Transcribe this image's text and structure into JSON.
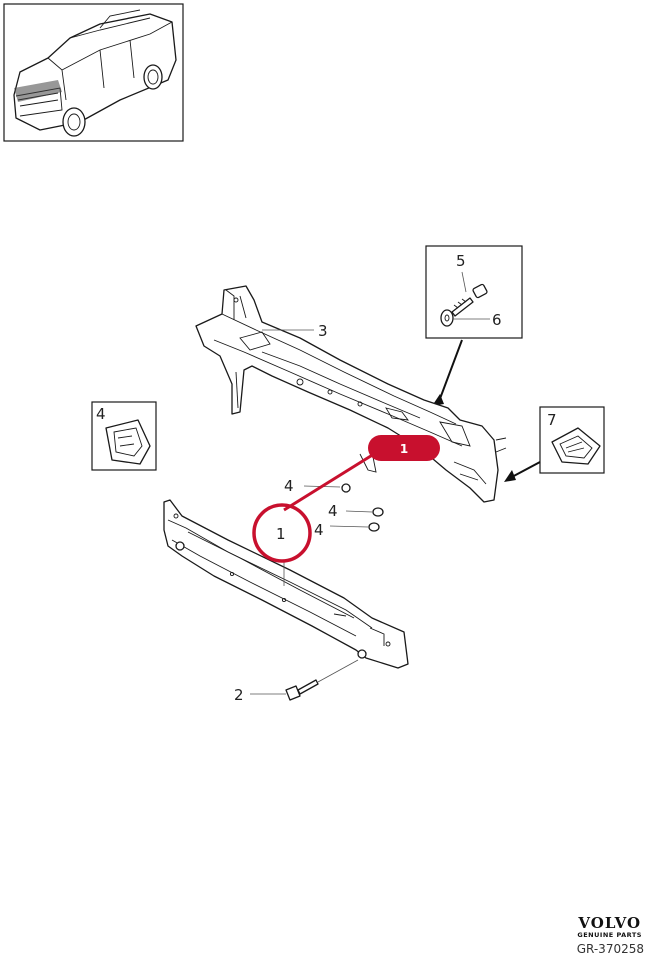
{
  "callouts": {
    "c1": "1",
    "c2": "2",
    "c3": "3",
    "c4_inset": "4",
    "c4_a": "4",
    "c4_b": "4",
    "c4_c": "4",
    "c5": "5",
    "c6": "6",
    "c7": "7"
  },
  "highlight": {
    "badge_label": "1",
    "color": "#c8102e"
  },
  "brand": {
    "logo_text": "VOLVO",
    "tagline": "GENUINE PARTS"
  },
  "reference_code": "GR-370258"
}
